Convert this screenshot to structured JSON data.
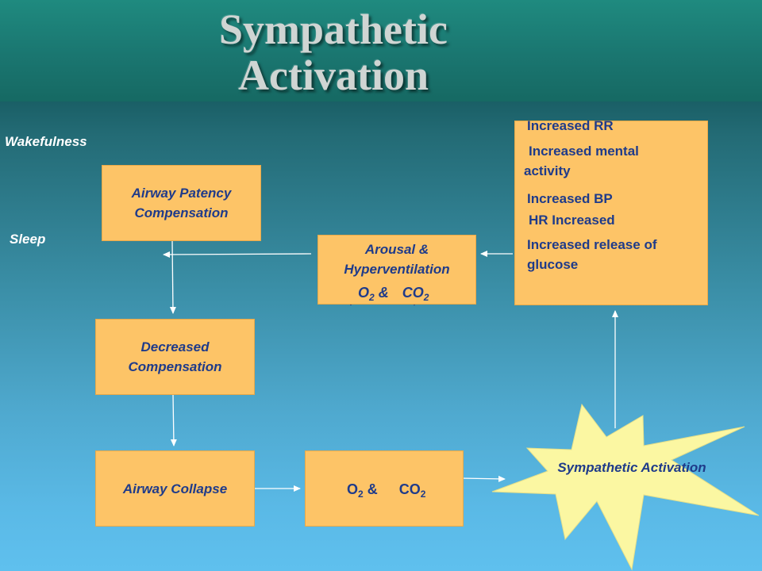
{
  "title": {
    "line1": "Sympathetic",
    "line2": "Activation"
  },
  "side_labels": {
    "wakefulness": "Wakefulness",
    "sleep": "Sleep"
  },
  "boxes": {
    "airway_patency": {
      "line1": "Airway Patency",
      "line2": "Compensation"
    },
    "decreased": {
      "line1": "Decreased",
      "line2": "Compensation"
    },
    "collapse": {
      "label": "Airway Collapse"
    },
    "arousal": {
      "line1": "Arousal &",
      "line2": "Hyperventilation"
    },
    "sympathetic": {
      "label": "Sympathetic Activation"
    }
  },
  "gases": {
    "o2": "O",
    "o2_sub": "2",
    "amp": "&",
    "co2": "CO",
    "co2_sub": "2"
  },
  "effects": [
    "Increased RR",
    "Increased mental",
    "activity",
    "Increased BP",
    "HR Increased",
    "Increased release of",
    "glucose"
  ],
  "colors": {
    "box": "#fdc467",
    "text": "#1f3b8a",
    "star": "#fbf7a2",
    "arrow": "#ffffff"
  }
}
